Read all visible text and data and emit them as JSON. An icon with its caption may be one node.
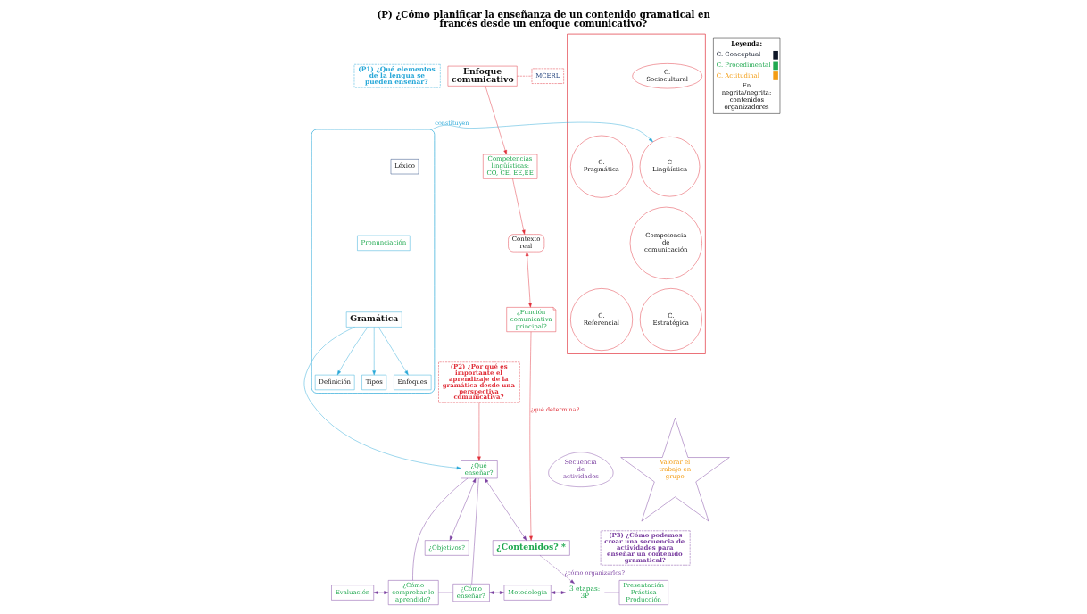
{
  "diagram": {
    "title": "(P) ¿Cómo planificar la enseñanza de un contenido gramatical en francés desde un enfoque comunicativo?",
    "nodes": [
      {
        "text": [
          "(P1) ¿Qué elementos de la lengua se pueden enseñar?"
        ]
      },
      {
        "text": [],
        "shape": "box"
      },
      {
        "text": [
          "Léxico"
        ],
        "in": 1
      },
      {
        "text": [
          "Pronunciación"
        ],
        "in": 1
      },
      {
        "text": [
          "Gramática"
        ],
        "in": 1
      },
      {
        "text": [
          "Definición"
        ],
        "in": 1
      },
      {
        "text": [
          "Tipos"
        ],
        "in": 1
      },
      {
        "text": [
          "Enfoques"
        ],
        "in": 1
      },
      {
        "text": [],
        "shape": "box"
      },
      {
        "text": [
          "C. Sociocultural"
        ],
        "in": 8
      },
      {
        "text": [
          "C Lingüística"
        ],
        "in": 8
      },
      {
        "text": [
          "C. Pragmática"
        ],
        "in": 8
      },
      {
        "text": [
          "Competencia de comunicación"
        ],
        "in": 8
      },
      {
        "text": [
          "C. Referencial"
        ],
        "in": 8
      },
      {
        "text": [
          "C. Estratégica"
        ],
        "in": 8
      },
      {
        "text": [
          "Enfoque comunicativo"
        ]
      },
      {
        "text": [
          "MCERL"
        ]
      },
      {
        "text": [
          "Competencias lingüísticas: CO, CE, EE,EE"
        ]
      },
      {
        "text": [
          "Contexto real"
        ]
      },
      {
        "text": [
          "¿Función comunicativa principal?"
        ]
      },
      {
        "text": [
          "(P2) ¿Por qué es importante el aprendizaje de la gramática desde una perspectiva comunicativa?"
        ]
      },
      {
        "text": [
          "¿Qué enseñar?"
        ]
      },
      {
        "text": [
          "¿Contenidos? *"
        ]
      },
      {
        "text": [
          "¿Objetivos?"
        ]
      },
      {
        "text": [
          "¿Cómo comprobar lo aprendido?"
        ]
      },
      {
        "text": [
          "Evaluación"
        ]
      },
      {
        "text": [
          "¿Cómo enseñar?"
        ]
      },
      {
        "text": [
          "Metodología"
        ]
      },
      {
        "text": [
          "3 etapas: 3P"
        ]
      },
      {
        "text": [
          "Presentación Práctica Producción"
        ]
      },
      {
        "text": [
          "Valorar el trabajo en grupo"
        ]
      },
      {
        "text": [
          "Secuencia de actividades"
        ]
      },
      {
        "text": [
          "(P3) ¿Cómo podemos crear una secuencia de actividades para enseñar un contenido gramatical?"
        ]
      }
    ],
    "edges": [
      {
        "from": 4,
        "to": 5,
        "arrow": "to",
        "color": "#29a8d8"
      },
      {
        "from": 4,
        "to": 6,
        "arrow": "to",
        "color": "#29a8d8"
      },
      {
        "from": 4,
        "to": 7,
        "arrow": "to",
        "color": "#29a8d8"
      },
      {
        "from": 1,
        "to": 10,
        "arrow": "to",
        "label": "constituyen",
        "color": "#29a8d8"
      },
      {
        "from": 15,
        "to": 16,
        "arrow": "none",
        "style": "dashed",
        "color": "#e0303a"
      },
      {
        "from": 15,
        "to": 17,
        "arrow": "to",
        "color": "#e0303a"
      },
      {
        "from": 17,
        "to": 18,
        "arrow": "to",
        "color": "#e0303a"
      },
      {
        "from": 18,
        "to": 19,
        "arrow": "both",
        "color": "#e0303a"
      },
      {
        "from": 4,
        "to": 21,
        "arrow": "to",
        "color": "#29a8d8"
      },
      {
        "from": 20,
        "to": 21,
        "arrow": "to",
        "color": "#e0303a"
      },
      {
        "from": 21,
        "to": 22,
        "arrow": "both"
      },
      {
        "from": 21,
        "to": 23,
        "arrow": "both"
      },
      {
        "from": 19,
        "to": 22,
        "arrow": "to",
        "label": "¿qué determina?",
        "color": "#e0303a"
      },
      {
        "from": 22,
        "to": 28,
        "arrow": "to",
        "label": "¿cómo organizarlos?",
        "style": "dashed"
      },
      {
        "from": 21,
        "to": 24,
        "arrow": "none"
      },
      {
        "from": 21,
        "to": 26,
        "arrow": "none"
      },
      {
        "from": 24,
        "to": 26,
        "arrow": "none"
      },
      {
        "from": 25,
        "to": 24,
        "arrow": "both"
      },
      {
        "from": 26,
        "to": 27,
        "arrow": "both"
      },
      {
        "from": 27,
        "to": 28,
        "arrow": "both"
      },
      {
        "from": 28,
        "to": 29,
        "arrow": "none"
      }
    ],
    "labels": [
      "Leyenda:",
      "En negrita/negrita: contenidos organizadores"
    ],
    "legend": [
      {
        "text": "C. Conceptual",
        "color": "#0d1526"
      },
      {
        "text": "C. Procedimental",
        "color": "#1fa84f"
      },
      {
        "text": "C. Actitudinal",
        "color": "#f39c12"
      }
    ]
  }
}
